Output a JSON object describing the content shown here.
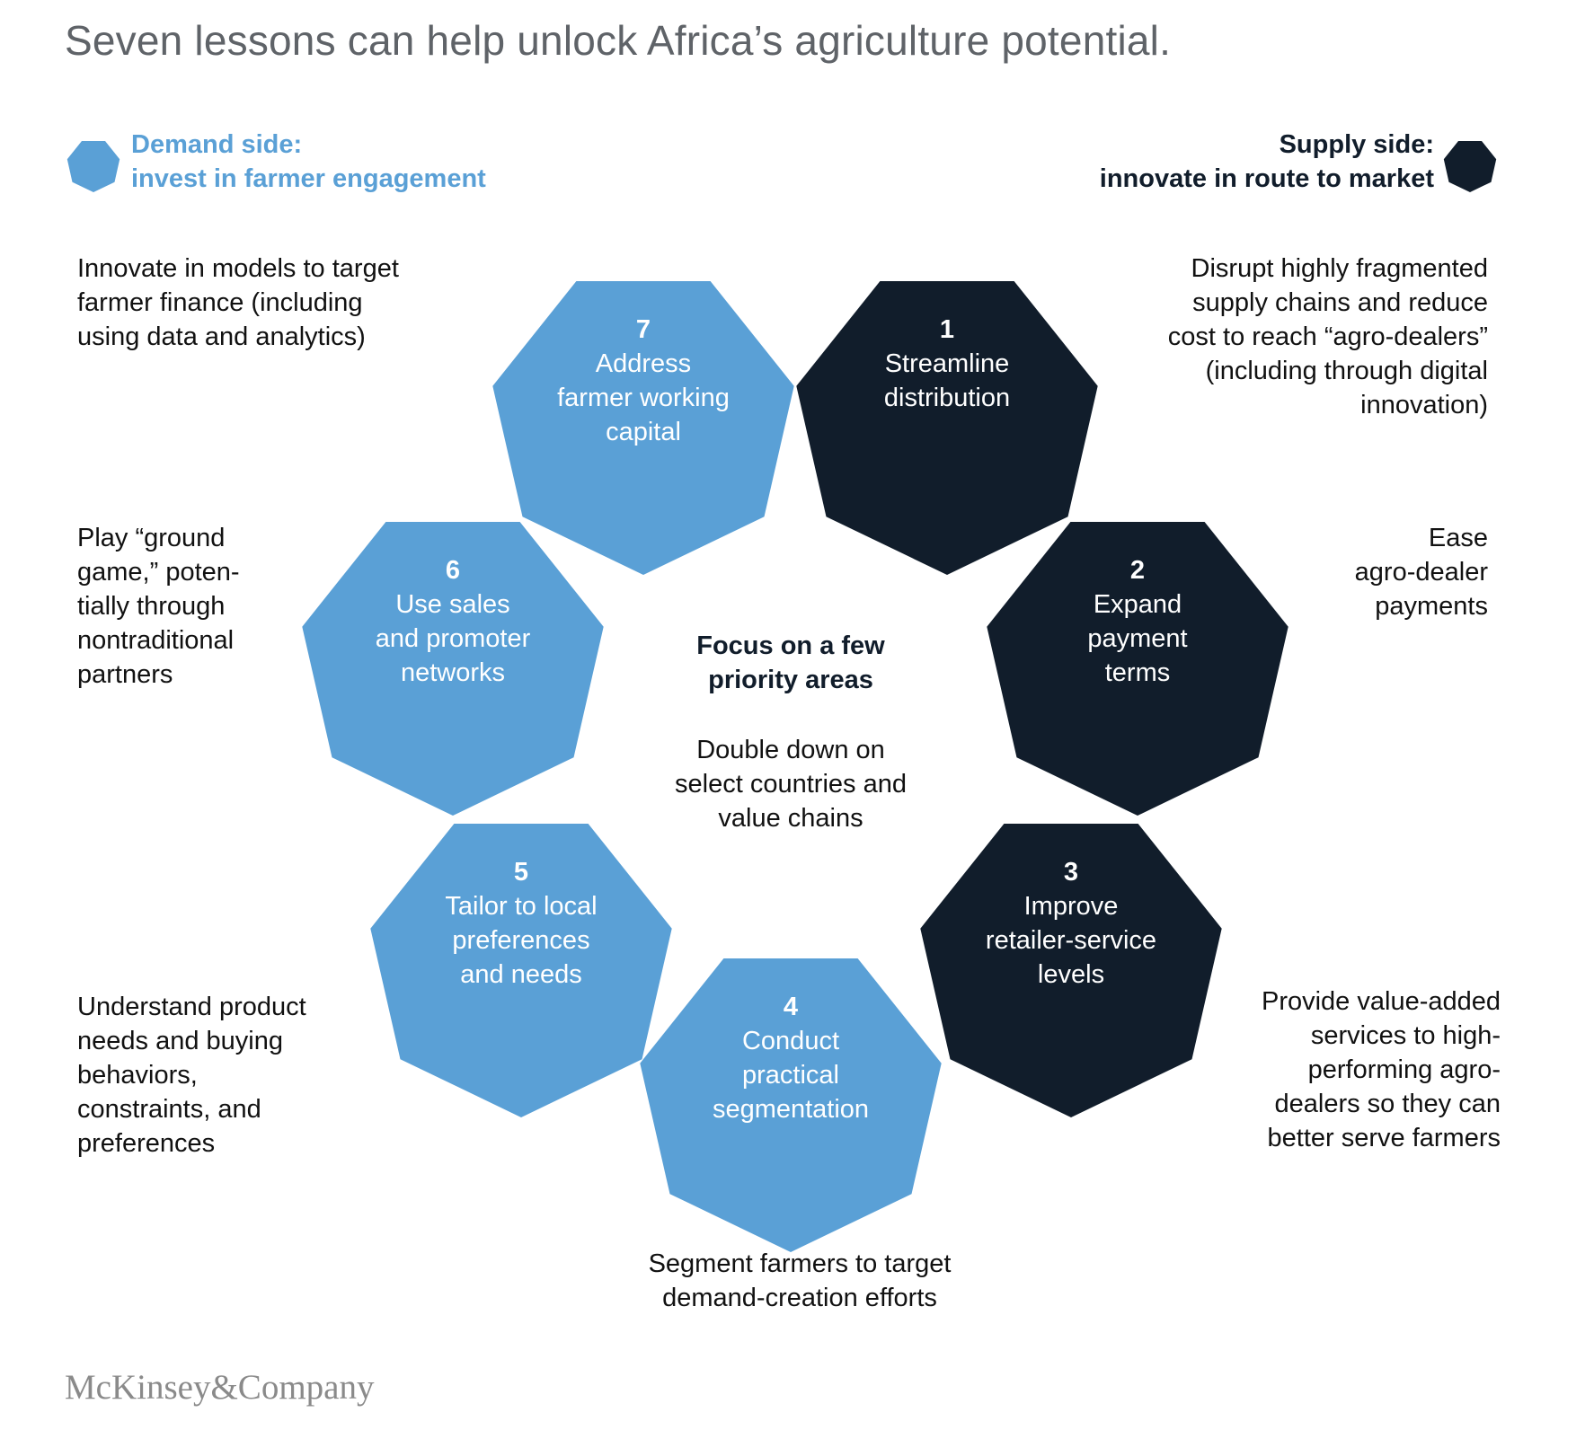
{
  "title": "Seven lessons can help unlock Africa’s agriculture potential.",
  "colors": {
    "demand": "#5aa0d6",
    "supply": "#111d2b",
    "text": "#111111",
    "title": "#5f6368"
  },
  "legend": {
    "demand": {
      "text": "Demand side:\ninvest in farmer engagement",
      "icon": "heptagon-icon"
    },
    "supply": {
      "text": "Supply side:\ninnovate in route to market",
      "icon": "heptagon-icon"
    }
  },
  "lessons": [
    {
      "number": "1",
      "title": "Streamline\ndistribution",
      "side": "supply",
      "note": "Disrupt highly fragmented\nsupply chains and reduce\ncost to reach “agro-dealers”\n(including through digital\ninnovation)"
    },
    {
      "number": "2",
      "title": "Expand\npayment\nterms",
      "side": "supply",
      "note": "Ease\nagro-dealer\npayments"
    },
    {
      "number": "3",
      "title": "Improve\nretailer-service\nlevels",
      "side": "supply",
      "note": "Provide value-added\nservices to high-\nperforming agro-\ndealers so they can\nbetter serve farmers"
    },
    {
      "number": "4",
      "title": "Conduct\npractical\nsegmentation",
      "side": "demand",
      "note": "Segment farmers to target\ndemand-creation efforts"
    },
    {
      "number": "5",
      "title": "Tailor to local\npreferences\nand needs",
      "side": "demand",
      "note": "Understand product\nneeds and buying\nbehaviors,\nconstraints, and\npreferences"
    },
    {
      "number": "6",
      "title": "Use sales\nand promoter\nnetworks",
      "side": "demand",
      "note": "Play “ground\ngame,” poten-\ntially through\nnontraditional\npartners"
    },
    {
      "number": "7",
      "title": "Address\nfarmer working\ncapital",
      "side": "demand",
      "note": "Innovate in models to target\nfarmer finance (including\nusing data and analytics)"
    }
  ],
  "center": {
    "title": "Focus on a few\npriority areas",
    "description": "Double down on\nselect countries and\nvalue chains"
  },
  "logo": "McKinsey&Company"
}
